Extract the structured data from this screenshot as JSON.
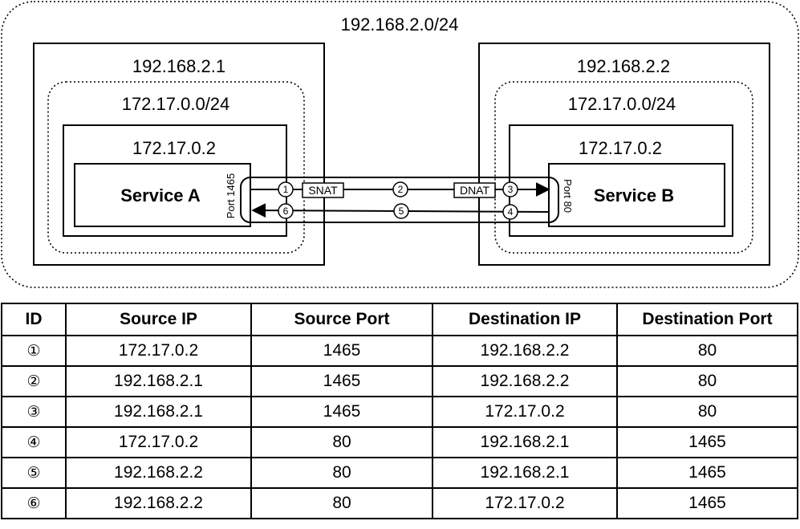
{
  "diagram": {
    "outer_network": "192.168.2.0/24",
    "host_a": {
      "ip": "192.168.2.1",
      "bridge_network": "172.17.0.0/24",
      "container_ip": "172.17.0.2",
      "service": "Service A",
      "port": "Port 1465"
    },
    "host_b": {
      "ip": "192.168.2.2",
      "bridge_network": "172.17.0.0/24",
      "container_ip": "172.17.0.2",
      "service": "Service B",
      "port": "Port 80"
    },
    "snat_label": "SNAT",
    "dnat_label": "DNAT",
    "steps": [
      "1",
      "2",
      "3",
      "4",
      "5",
      "6"
    ]
  },
  "table": {
    "headers": [
      "ID",
      "Source IP",
      "Source Port",
      "Destination IP",
      "Destination Port"
    ],
    "rows": [
      [
        "①",
        "172.17.0.2",
        "1465",
        "192.168.2.2",
        "80"
      ],
      [
        "②",
        "192.168.2.1",
        "1465",
        "192.168.2.2",
        "80"
      ],
      [
        "③",
        "192.168.2.1",
        "1465",
        "172.17.0.2",
        "80"
      ],
      [
        "④",
        "172.17.0.2",
        "80",
        "192.168.2.1",
        "1465"
      ],
      [
        "⑤",
        "192.168.2.2",
        "80",
        "192.168.2.1",
        "1465"
      ],
      [
        "⑥",
        "192.168.2.2",
        "80",
        "172.17.0.2",
        "1465"
      ]
    ]
  }
}
